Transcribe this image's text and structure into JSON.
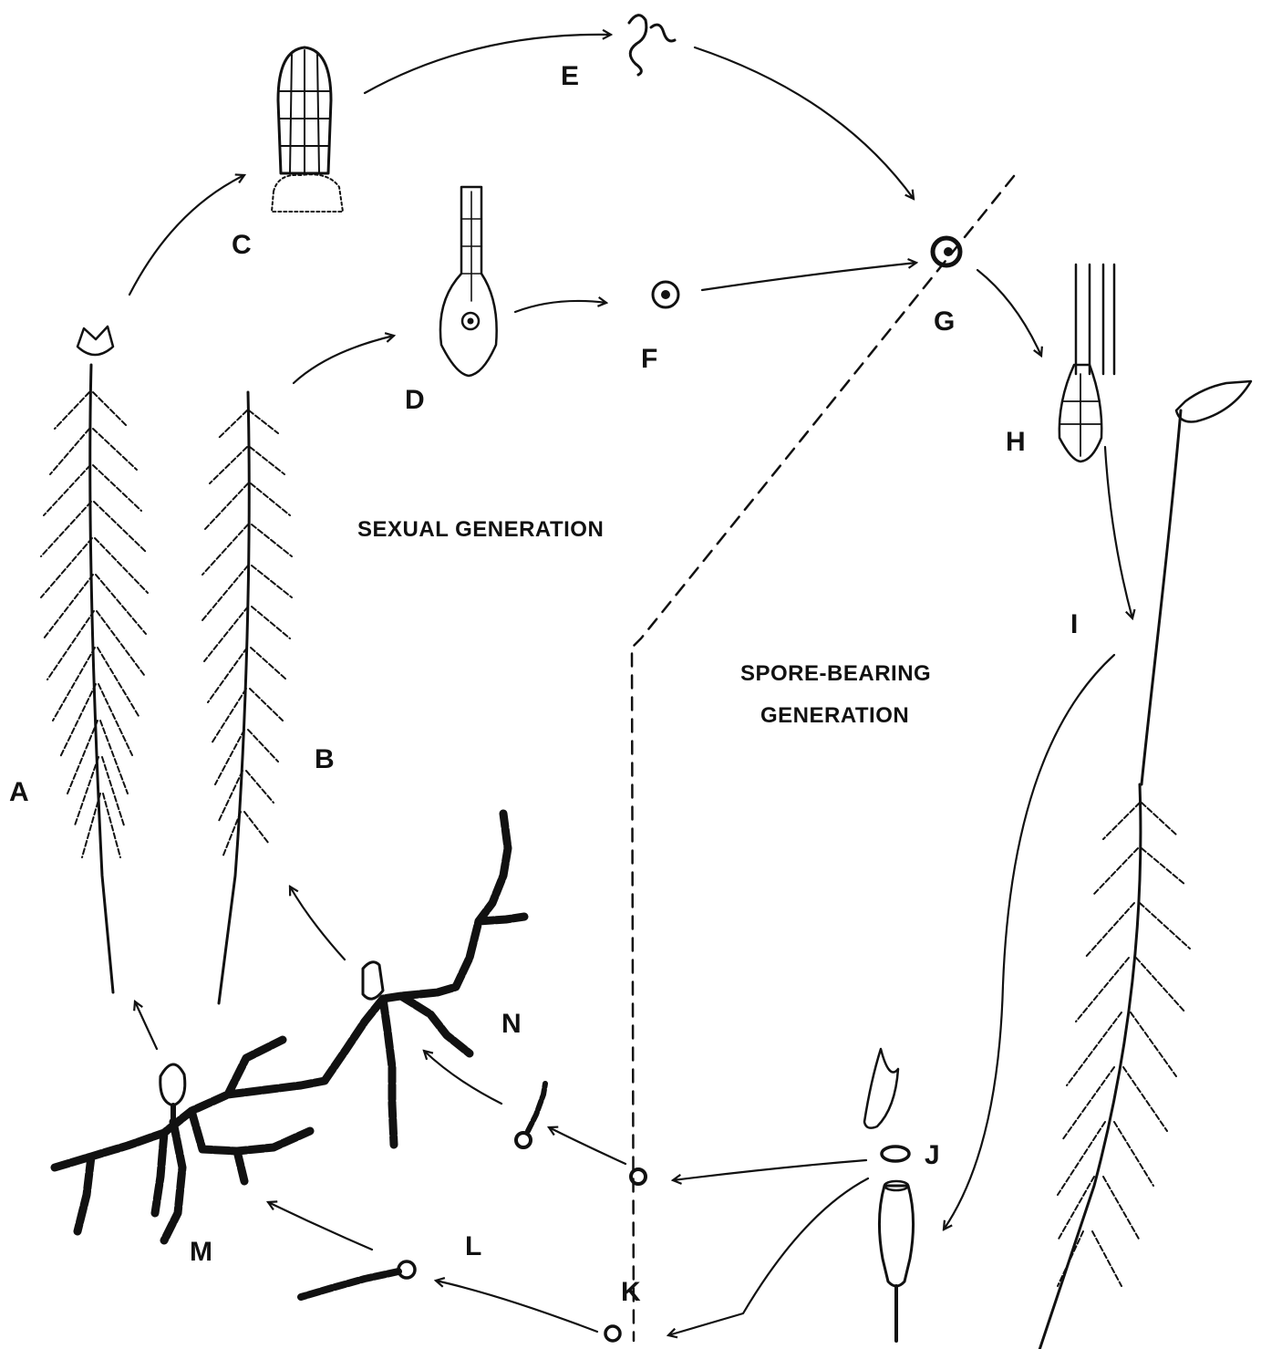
{
  "labels": {
    "A": "A",
    "B": "B",
    "C": "C",
    "D": "D",
    "E": "E",
    "F": "F",
    "G": "G",
    "H": "H",
    "I": "I",
    "J": "J",
    "K": "K",
    "L": "L",
    "M": "M",
    "N": "N"
  },
  "regions": {
    "sexual": "SEXUAL GENERATION",
    "spore_line1": "SPORE-BEARING",
    "spore_line2": "GENERATION"
  },
  "colors": {
    "ink": "#111111",
    "paper": "#ffffff"
  }
}
